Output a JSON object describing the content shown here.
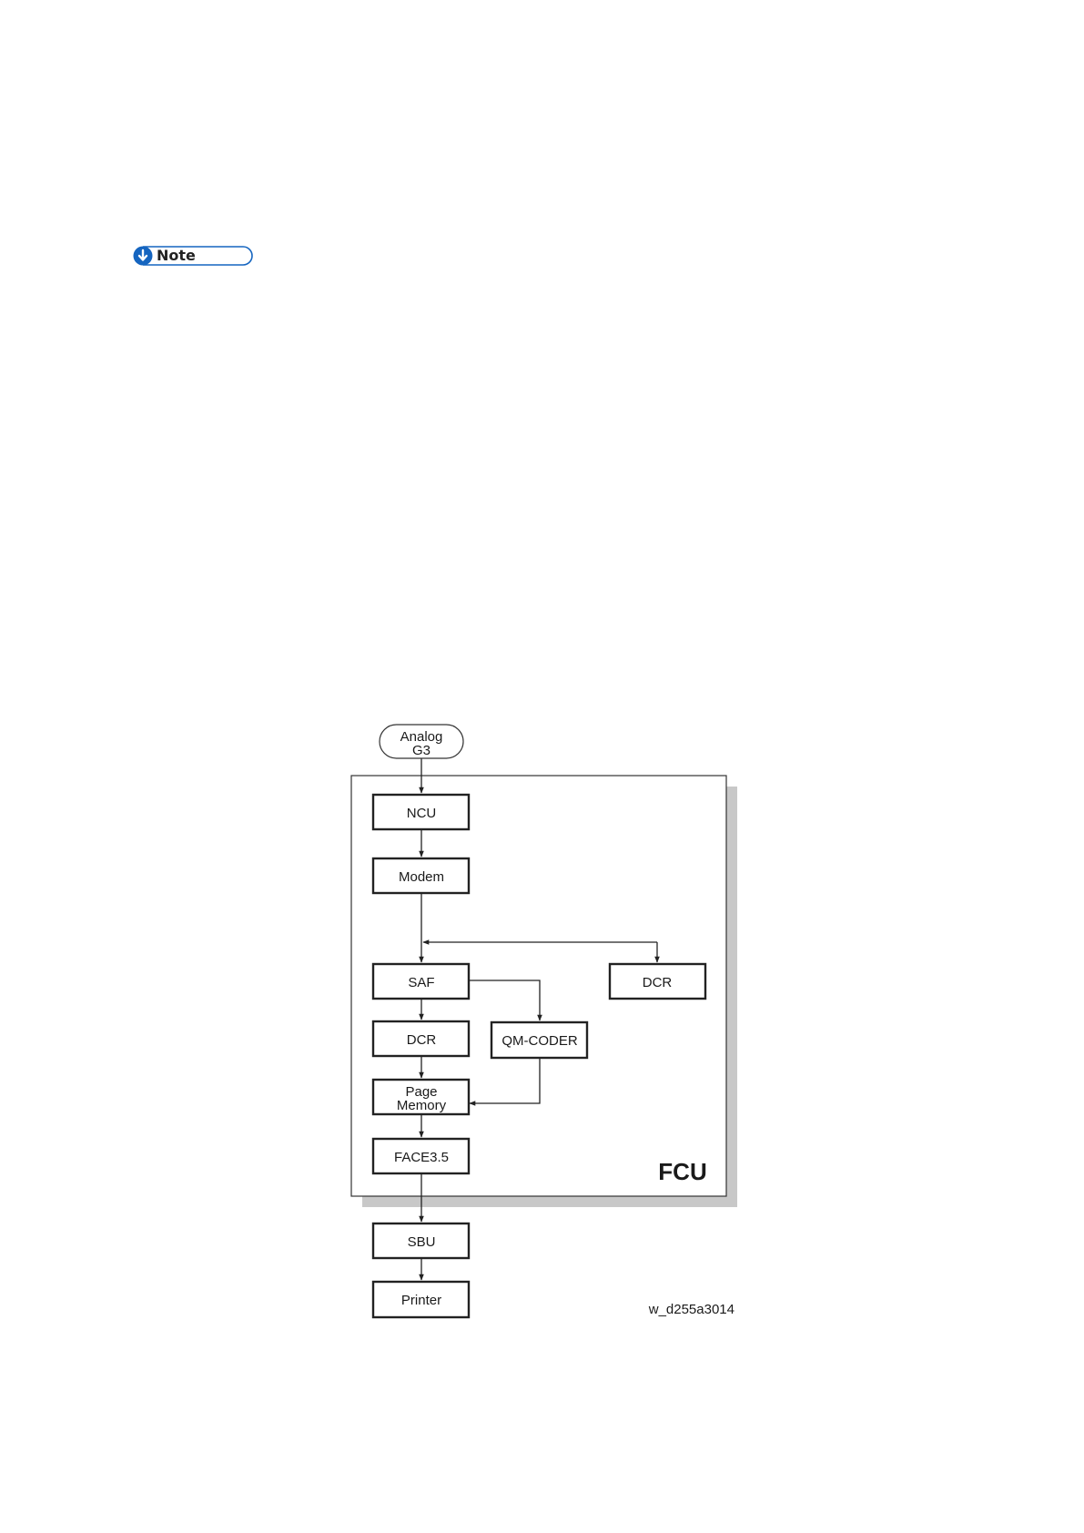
{
  "note": {
    "label": "Note",
    "icon": "down-arrow-circle-icon",
    "accent": "#1565c0"
  },
  "diagram": {
    "start": {
      "line1": "Analog",
      "line2": "G3"
    },
    "container_label": "FCU",
    "nodes": {
      "ncu": "NCU",
      "modem": "Modem",
      "saf": "SAF",
      "dcr_right": "DCR",
      "dcr": "DCR",
      "qm_coder": "QM-CODER",
      "page_memory": {
        "line1": "Page",
        "line2": "Memory"
      },
      "face": "FACE3.5",
      "sbu": "SBU",
      "printer": "Printer"
    },
    "figure_id": "w_d255a3014",
    "colors": {
      "line": "#222222",
      "box_fill": "#ffffff",
      "shadow": "#c8c8c8"
    }
  }
}
